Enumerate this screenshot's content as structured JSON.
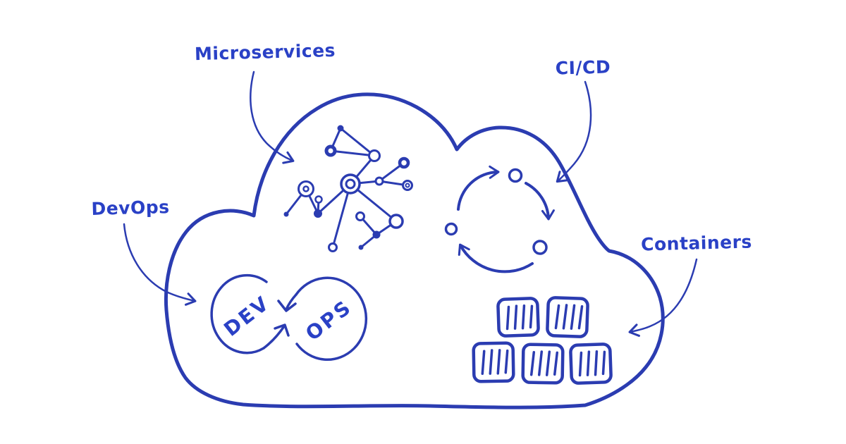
{
  "title": "Hand-drawn cloud computing concepts sketch",
  "colors": {
    "ink": "#2b3cb1",
    "label": "#2a41c6",
    "background": "#ffffff"
  },
  "labels": {
    "microservices": "Microservices",
    "cicd": "CI/CD",
    "devops": "DevOps",
    "containers": "Containers"
  },
  "devops_venn": {
    "left": "DEV",
    "right": "OPS"
  },
  "figures": {
    "cloud": "cloud-outline",
    "microservices": "network-graph-of-15-nodes",
    "cicd": "circular-cycle-of-3-nodes-and-3-arrows",
    "devops": "two-overlapping-loops-with-exchange-arrows",
    "containers": "5-striped-container-boxes (2 top, 3 bottom)"
  }
}
